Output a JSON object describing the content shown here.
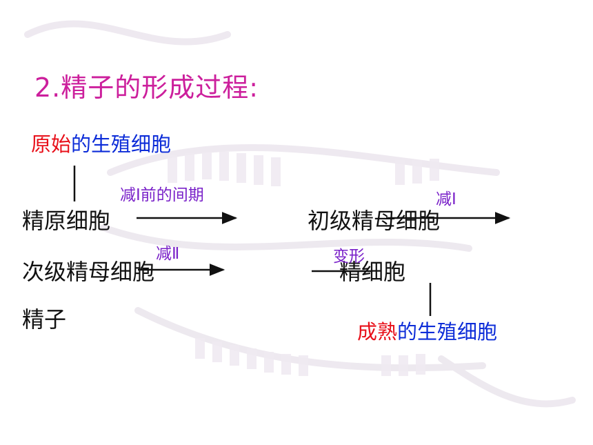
{
  "title": "2.精子的形成过程:",
  "origin": {
    "highlight": "原始",
    "rest": "的生殖细胞"
  },
  "mature": {
    "highlight": "成熟",
    "rest": "的生殖细胞"
  },
  "cells": {
    "spermatogonium": "精原细胞",
    "primary_spermatocyte": "初级精母细胞",
    "secondary_spermatocyte": "次级精母细胞",
    "spermatid": "精细胞",
    "sperm": "精子"
  },
  "steps": {
    "interphase": "减Ⅰ前的间期",
    "meiosis1": "减Ⅰ",
    "meiosis2": "减Ⅱ",
    "metamorphosis": "变形"
  },
  "colors": {
    "title": "#cc1f9c",
    "highlight": "#e8101a",
    "label": "#0c2cd8",
    "step": "#7a22c9",
    "text": "#111111"
  },
  "icons": [
    "dna-watermark-icon",
    "arrow-right-icon",
    "vertical-line-icon"
  ]
}
